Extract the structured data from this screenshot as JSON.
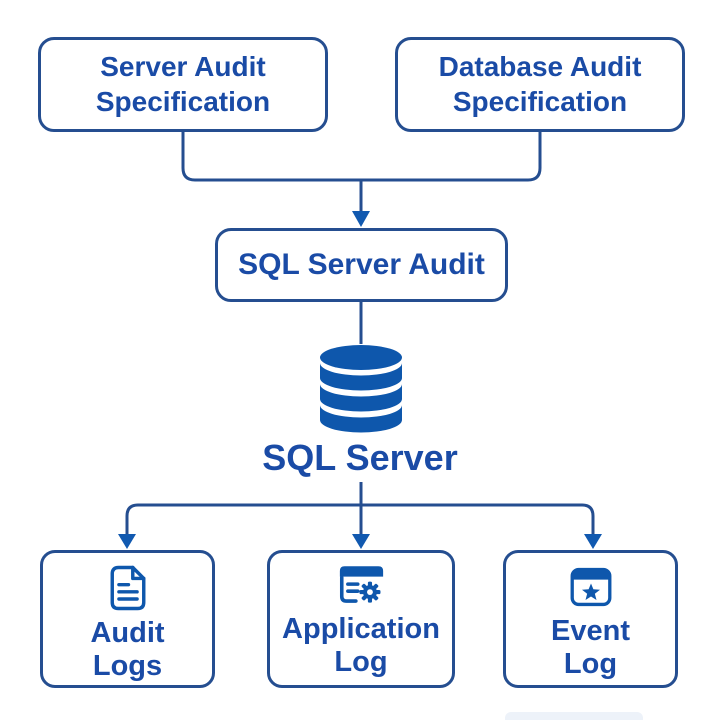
{
  "diagram_title": "SQL Server Audit flow diagram",
  "colors": {
    "box_border": "#254e90",
    "label_text": "#1a4ba6",
    "connector_line": "#254e90",
    "arrowhead": "#1159b0",
    "icon_fill": "#0e57ac",
    "background": "#ffffff",
    "watermark_strip": "#edf2f9"
  },
  "nodes": {
    "server_audit_spec": {
      "label": "Server Audit\nSpecification"
    },
    "database_audit_spec": {
      "label": "Database Audit\nSpecification"
    },
    "sql_server_audit": {
      "label": "SQL Server Audit"
    },
    "sql_server": {
      "label": "SQL Server",
      "icon": "database-icon"
    },
    "audit_logs": {
      "label": "Audit\nLogs",
      "icon": "document-icon"
    },
    "application_log": {
      "label": "Application\nLog",
      "icon": "app-window-gear-icon"
    },
    "event_log": {
      "label": "Event\nLog",
      "icon": "window-star-icon"
    }
  },
  "connections": [
    {
      "from": "server_audit_spec",
      "to": "sql_server_audit",
      "arrow": true
    },
    {
      "from": "database_audit_spec",
      "to": "sql_server_audit",
      "arrow": true
    },
    {
      "from": "sql_server_audit",
      "to": "sql_server",
      "arrow": false
    },
    {
      "from": "sql_server",
      "to": "audit_logs",
      "arrow": true
    },
    {
      "from": "sql_server",
      "to": "application_log",
      "arrow": true
    },
    {
      "from": "sql_server",
      "to": "event_log",
      "arrow": true
    }
  ]
}
